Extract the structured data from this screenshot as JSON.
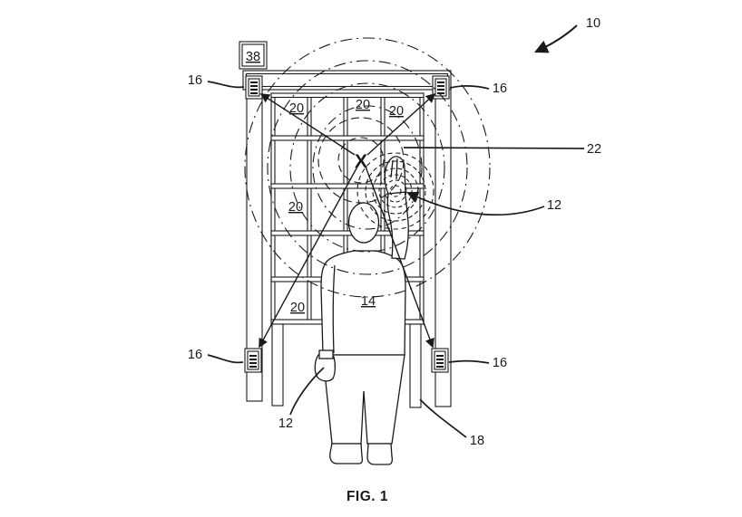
{
  "figure": {
    "caption": "FIG. 1",
    "item_marker": "X"
  },
  "refs": {
    "system": "10",
    "display_box": "38",
    "sensor_top_left": "16",
    "sensor_top_right": "16",
    "sensor_bottom_left": "16",
    "sensor_bottom_right": "16",
    "bin_row1_col1": "20",
    "bin_row1_col3": "20",
    "bin_row1_col4": "20",
    "bin_row3_col1": "20",
    "bin_row5_col1": "20",
    "item_location": "22",
    "wearable_raised_hand": "12",
    "wearable_lowered_hand": "12",
    "user": "14",
    "rack_leg": "18"
  },
  "colors": {
    "ink": "#1a1a1a",
    "paper": "#ffffff"
  }
}
